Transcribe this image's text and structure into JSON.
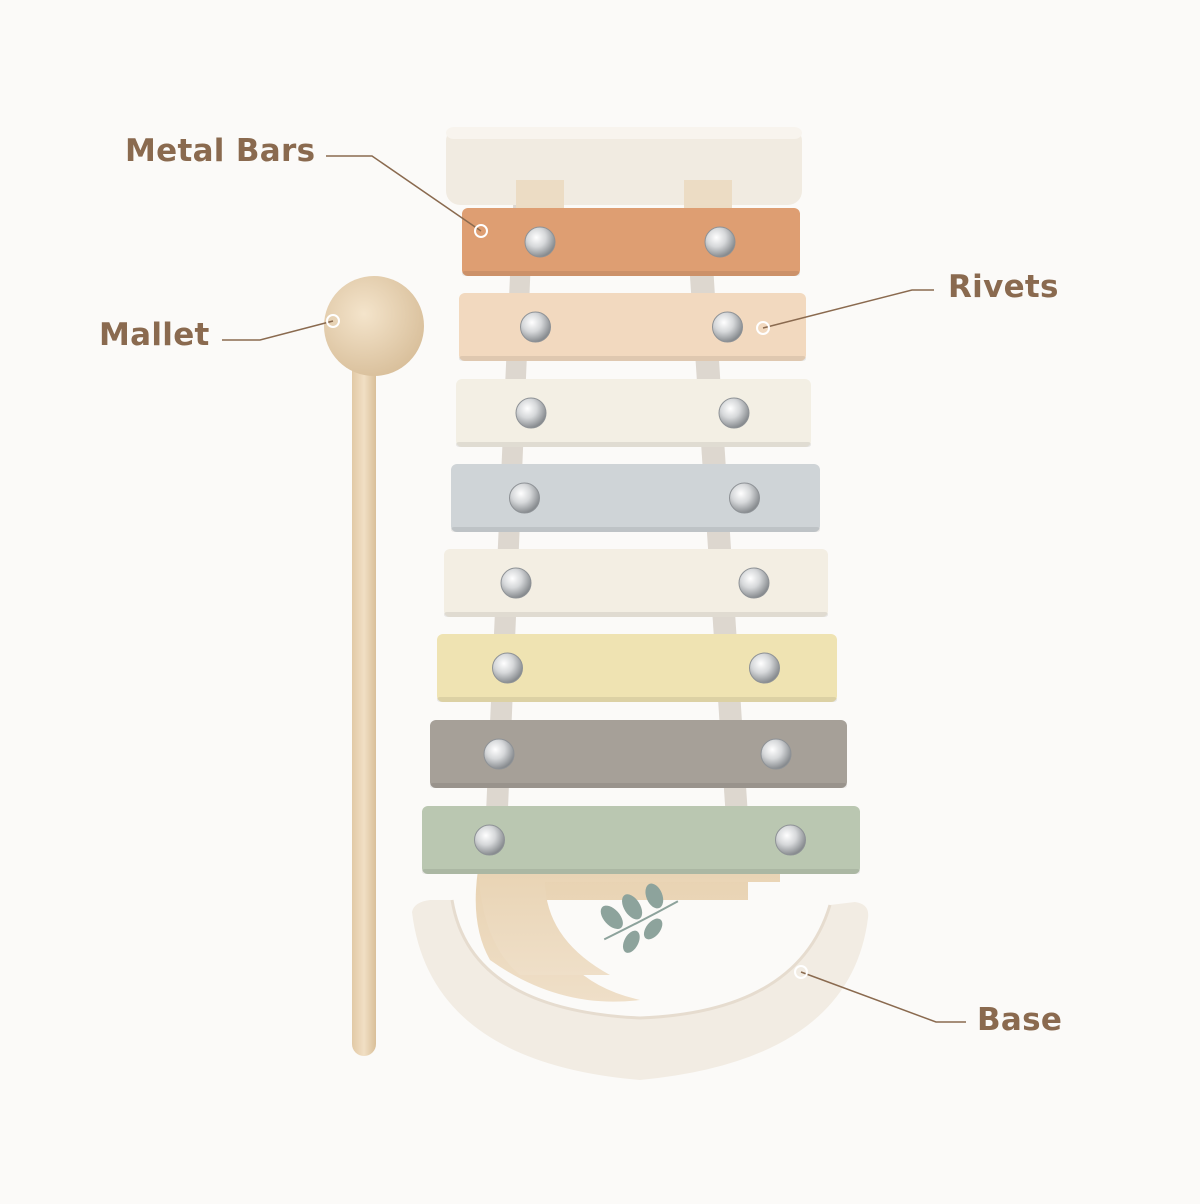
{
  "labels": {
    "metal_bars": "Metal Bars",
    "mallet": "Mallet",
    "rivets": "Rivets",
    "base": "Base"
  },
  "colors": {
    "background": "#fbfaf8",
    "label_text": "#8a6a4f",
    "leader_line": "#8a6a4f",
    "wood_light": "#f1ebe1",
    "wood_natural": "#ecd9bd",
    "rivet": "#c9ccce"
  },
  "bars": [
    {
      "name": "bar-orange",
      "color": "#de9e72"
    },
    {
      "name": "bar-peach",
      "color": "#f2d9bf"
    },
    {
      "name": "bar-cream",
      "color": "#f3efe4"
    },
    {
      "name": "bar-gray-blue",
      "color": "#cfd4d7"
    },
    {
      "name": "bar-ivory",
      "color": "#f3eee3"
    },
    {
      "name": "bar-yellow",
      "color": "#efe3b2"
    },
    {
      "name": "bar-taupe",
      "color": "#a6a098"
    },
    {
      "name": "bar-sage",
      "color": "#bac7b1"
    }
  ],
  "icons": {
    "base_decoration": "leaf-icon"
  }
}
